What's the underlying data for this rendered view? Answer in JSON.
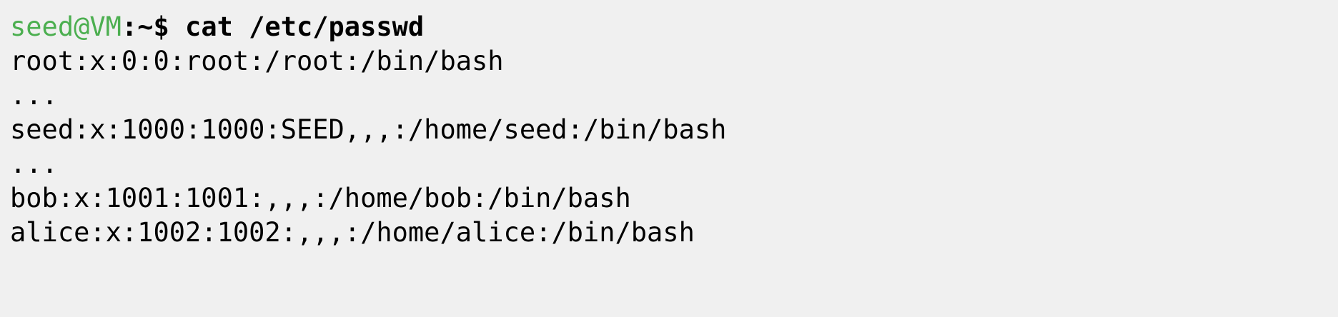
{
  "terminal": {
    "background_color": "#f0f0f0",
    "foreground_color": "#000000",
    "prompt_color": "#4caf50",
    "prompt": {
      "user_host": "seed@VM",
      "separator": ":~$",
      "command": " cat /etc/passwd"
    },
    "lines": [
      {
        "id": "root-entry",
        "text": "root:x:0:0:root:/root:/bin/bash"
      },
      {
        "id": "ellipsis-1",
        "text": "..."
      },
      {
        "id": "seed-entry",
        "text": "seed:x:1000:1000:SEED,,,:/home/seed:/bin/bash"
      },
      {
        "id": "ellipsis-2",
        "text": "..."
      },
      {
        "id": "bob-entry",
        "text": "bob:x:1001:1001:,,,:/home/bob:/bin/bash"
      },
      {
        "id": "alice-entry",
        "text": "alice:x:1002:1002:,,,:/home/alice:/bin/bash"
      }
    ]
  }
}
